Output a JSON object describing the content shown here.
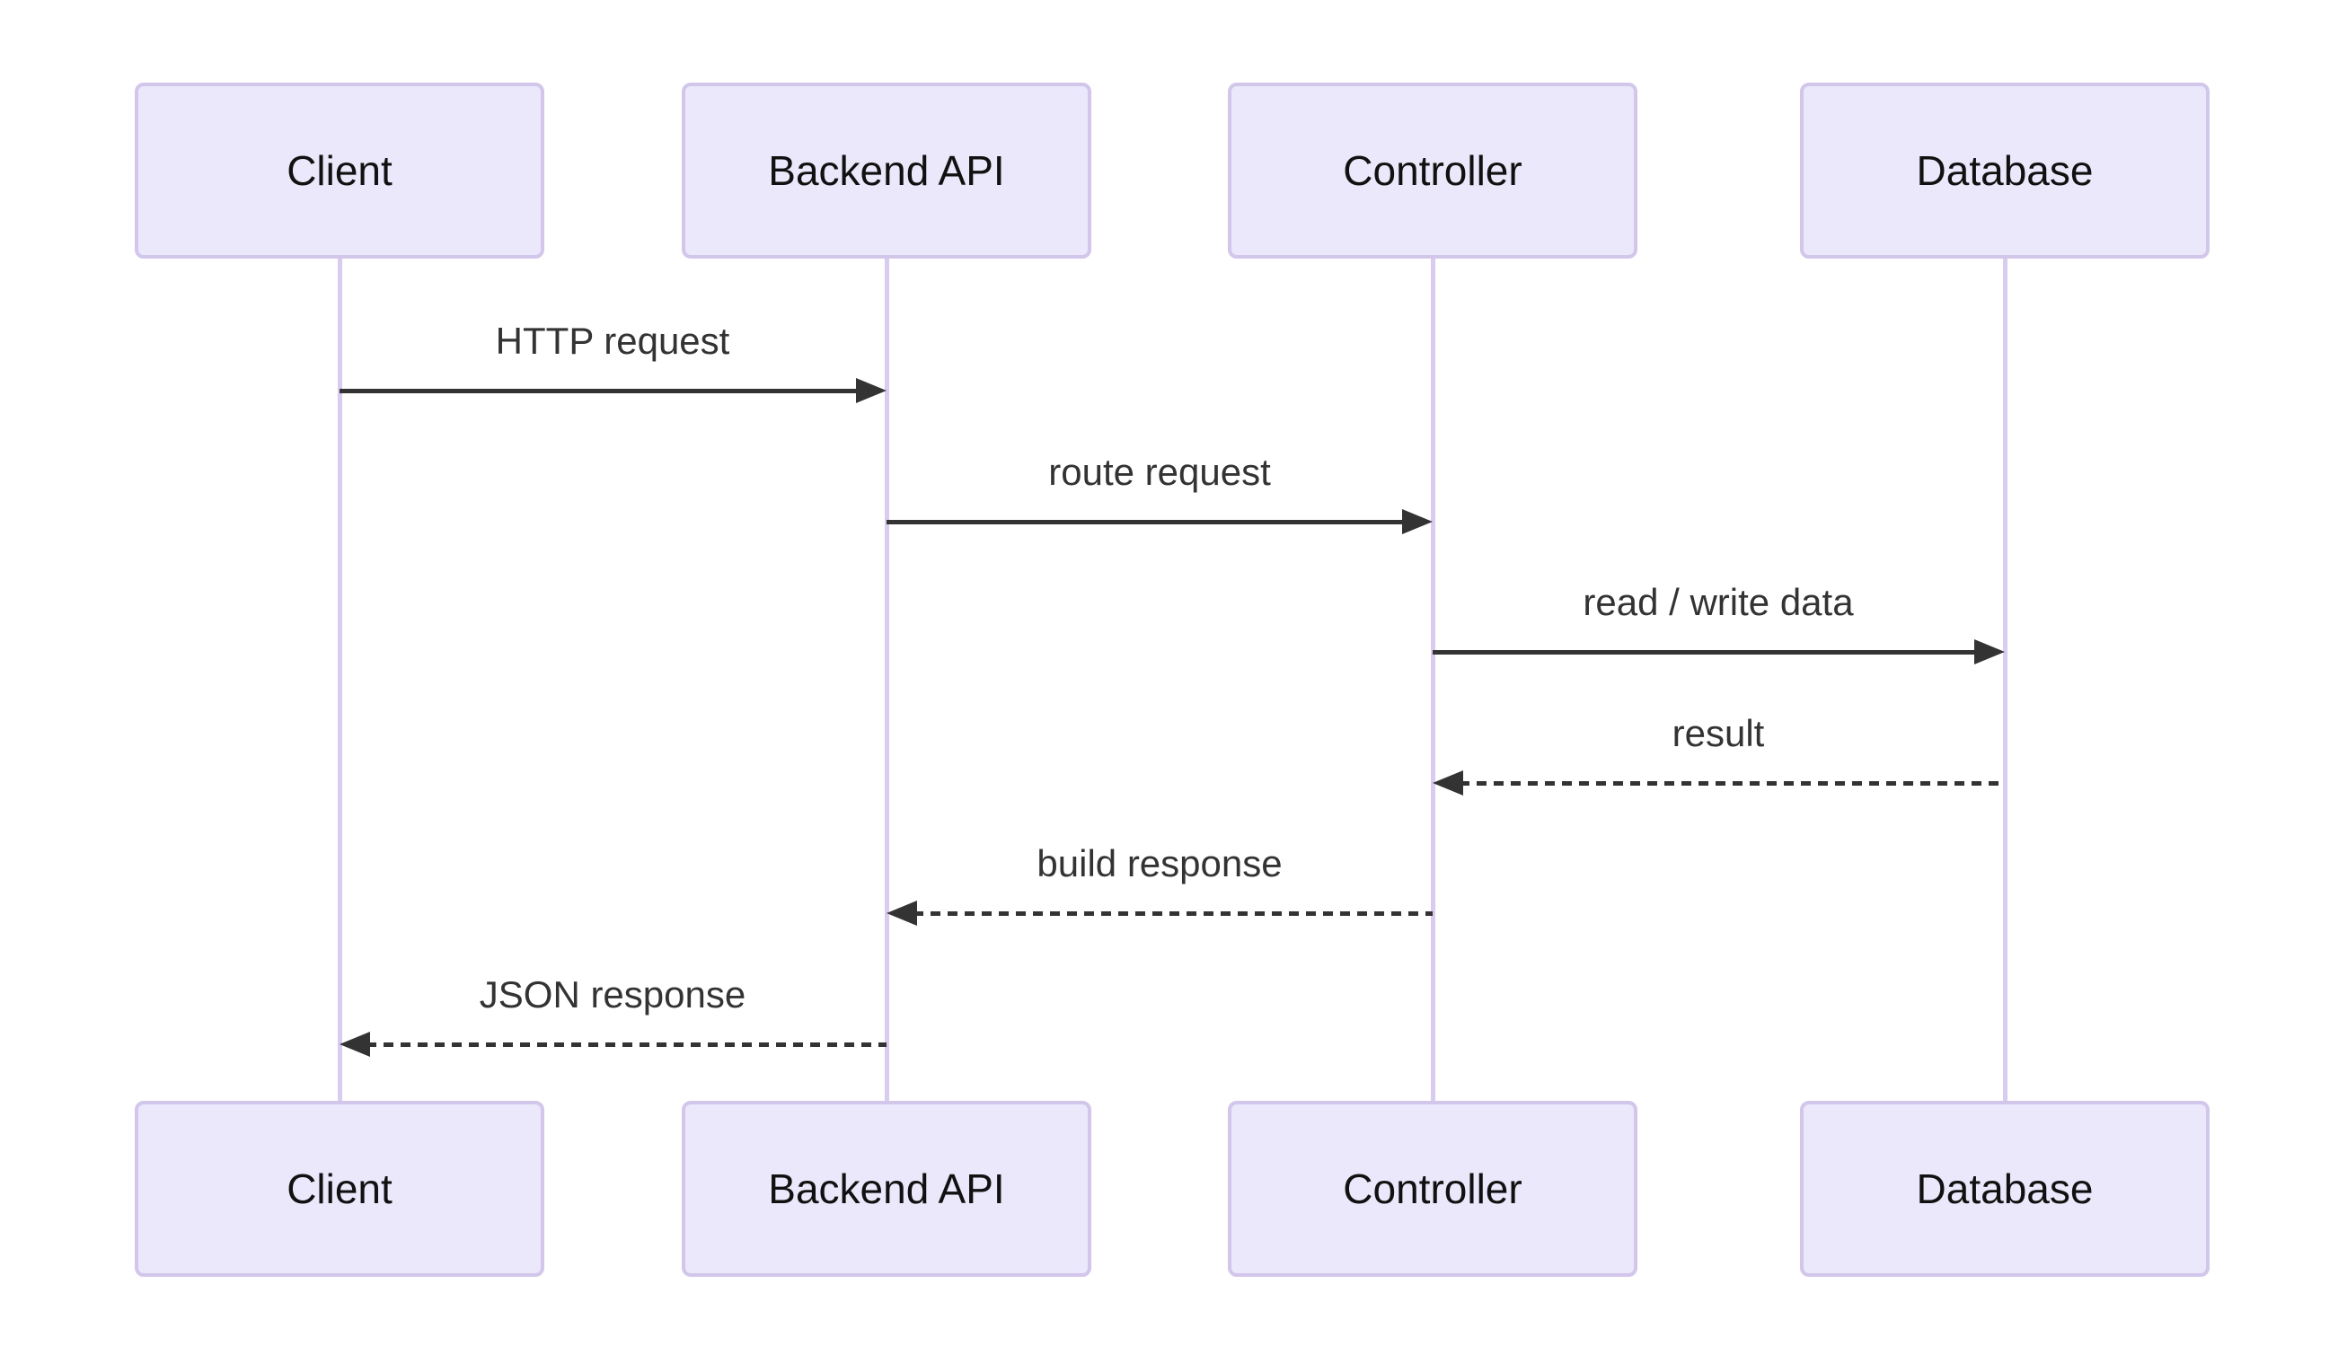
{
  "diagram": {
    "type": "sequence-diagram",
    "background_color": "#ffffff",
    "actor_fill_color": "#EAE8FA",
    "actor_border_color": "#D2C6EB",
    "lifeline_color": "#D8CCF0",
    "arrow_color": "#333333",
    "message_text_color": "#333333",
    "actor_text_color": "#111111",
    "actors": [
      {
        "name": "Client"
      },
      {
        "name": "Backend API"
      },
      {
        "name": "Controller"
      },
      {
        "name": "Database"
      }
    ],
    "messages": [
      {
        "from": "Client",
        "to": "Backend API",
        "label": "HTTP request",
        "line_style": "solid",
        "direction": "right"
      },
      {
        "from": "Backend API",
        "to": "Controller",
        "label": "route request",
        "line_style": "solid",
        "direction": "right"
      },
      {
        "from": "Controller",
        "to": "Database",
        "label": "read / write data",
        "line_style": "solid",
        "direction": "right"
      },
      {
        "from": "Database",
        "to": "Controller",
        "label": "result",
        "line_style": "dashed",
        "direction": "left"
      },
      {
        "from": "Controller",
        "to": "Backend API",
        "label": "build response",
        "line_style": "dashed",
        "direction": "left"
      },
      {
        "from": "Backend API",
        "to": "Client",
        "label": "JSON response",
        "line_style": "dashed",
        "direction": "left"
      }
    ]
  }
}
